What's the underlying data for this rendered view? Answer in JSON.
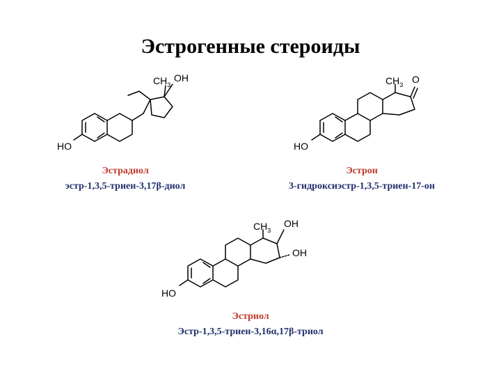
{
  "title": "Эстрогенные стероиды",
  "colors": {
    "name": "#c0392b",
    "iupac": "#1f2f6b"
  },
  "estradiol": {
    "name": "Эстрадиол",
    "iupac": "эстр-1,3,5-триен-3,17β-диол",
    "labels": {
      "ho": "HO",
      "ch": "CH",
      "ch_sub": "3",
      "oh": "OH"
    }
  },
  "estrone": {
    "name": "Эстрон",
    "iupac": "3-гидроксиэстр-1,3,5-триен-17-он",
    "labels": {
      "ho": "HO",
      "ch": "CH",
      "ch_sub": "3",
      "o": "O"
    }
  },
  "estriol": {
    "name": "Эстриол",
    "iupac": "Эстр-1,3,5-триен-3,16α,17β-триол",
    "labels": {
      "ho": "HO",
      "ch": "CH",
      "ch_sub": "3",
      "oh17": "OH",
      "oh16": "OH"
    }
  }
}
